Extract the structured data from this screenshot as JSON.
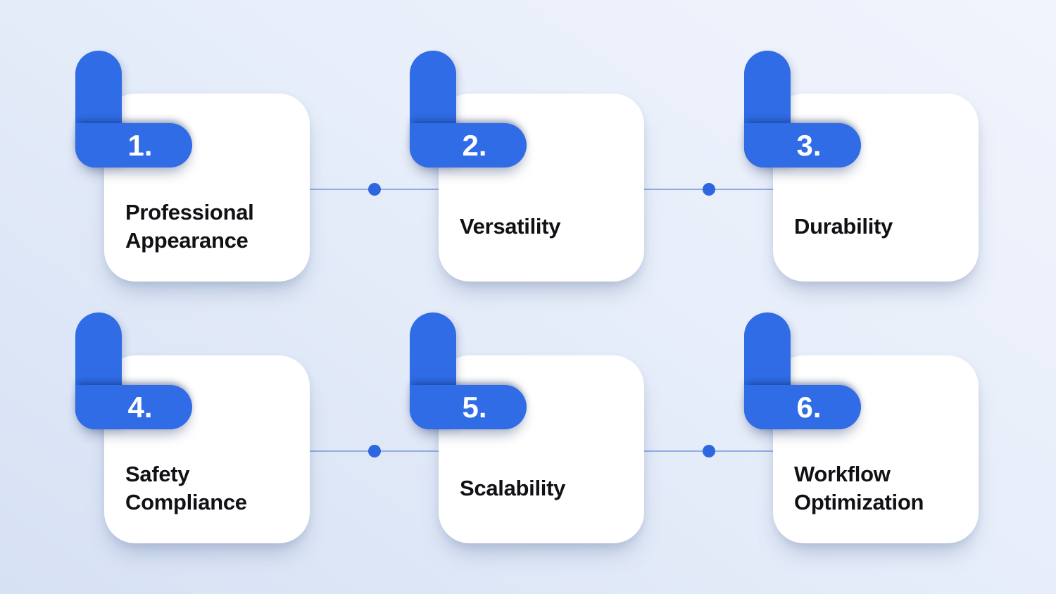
{
  "diagram": {
    "kind": "numbered-benefits-grid",
    "steps": [
      {
        "number": "1.",
        "title": "Professional Appearance"
      },
      {
        "number": "2.",
        "title": "Versatility"
      },
      {
        "number": "3.",
        "title": "Durability"
      },
      {
        "number": "4.",
        "title": "Safety Compliance"
      },
      {
        "number": "5.",
        "title": "Scalability"
      },
      {
        "number": "6.",
        "title": "Workflow Optimization"
      }
    ],
    "connector_count": 4,
    "colors": {
      "accent_blue": "#2F6CE6",
      "connector_line": "#8FACE5",
      "connector_dot": "#2C67E0",
      "card_background": "#FFFFFF",
      "title_text": "#101114",
      "number_text": "#FFFFFF",
      "background_gradient": [
        "#F1F4FC",
        "#E7EEFA",
        "#D6E1F4"
      ]
    }
  }
}
